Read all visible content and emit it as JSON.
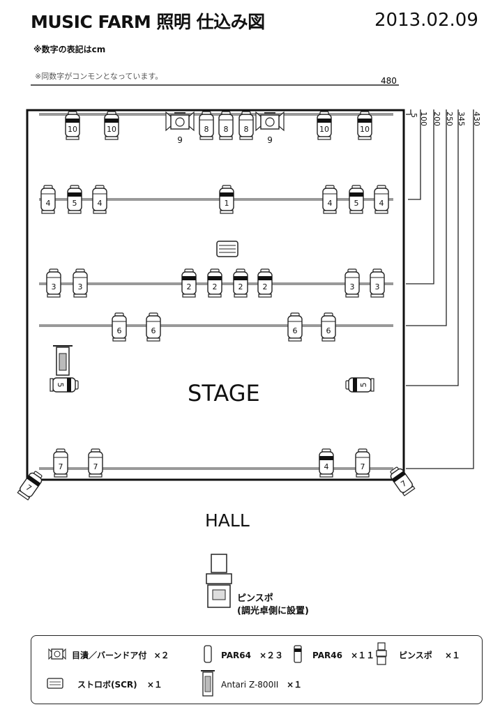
{
  "header": {
    "title": "MUSIC FARM 照明 仕込み図",
    "date": "2013.02.09",
    "unit_note": "※数字の表記はcm",
    "common_note": "※同数字がコンモンとなっています。"
  },
  "dimensions": {
    "width": "480",
    "offsets": [
      "5",
      "100",
      "200",
      "250",
      "345",
      "430"
    ]
  },
  "stage": {
    "label": "STAGE",
    "hall_label": "HALL",
    "pin_spot_note_line1": "ピンスポ",
    "pin_spot_note_line2": "(調光卓側に設置)"
  },
  "fixtures": {
    "bar1": [
      {
        "type": "par46",
        "num": "10"
      },
      {
        "type": "par46",
        "num": "10"
      },
      {
        "type": "barndoor",
        "num": "9"
      },
      {
        "type": "par64",
        "num": "8"
      },
      {
        "type": "par64",
        "num": "8"
      },
      {
        "type": "par64",
        "num": "8"
      },
      {
        "type": "barndoor",
        "num": "9"
      },
      {
        "type": "par46",
        "num": "10"
      },
      {
        "type": "par46",
        "num": "10"
      }
    ],
    "bar2": [
      {
        "type": "par64",
        "num": "4"
      },
      {
        "type": "par46",
        "num": "5"
      },
      {
        "type": "par64",
        "num": "4"
      },
      {
        "type": "par46",
        "num": "1"
      },
      {
        "type": "par64",
        "num": "4"
      },
      {
        "type": "par46",
        "num": "5"
      },
      {
        "type": "par64",
        "num": "4"
      }
    ],
    "bar3": [
      {
        "type": "par64",
        "num": "3"
      },
      {
        "type": "par64",
        "num": "3"
      },
      {
        "type": "par46",
        "num": "2"
      },
      {
        "type": "par46",
        "num": "2"
      },
      {
        "type": "par46",
        "num": "2"
      },
      {
        "type": "par46",
        "num": "2"
      },
      {
        "type": "par64",
        "num": "3"
      },
      {
        "type": "par64",
        "num": "3"
      }
    ],
    "bar4": [
      {
        "type": "par64",
        "num": "6"
      },
      {
        "type": "par64",
        "num": "6"
      },
      {
        "type": "par64",
        "num": "6"
      },
      {
        "type": "par64",
        "num": "6"
      }
    ],
    "side": [
      {
        "type": "par46",
        "num": "5"
      },
      {
        "type": "par46",
        "num": "5"
      }
    ],
    "front": [
      {
        "type": "par64",
        "num": "7"
      },
      {
        "type": "par64",
        "num": "7"
      },
      {
        "type": "par46",
        "num": "4"
      },
      {
        "type": "par64",
        "num": "7"
      }
    ],
    "corners": [
      {
        "type": "par46",
        "num": "7"
      },
      {
        "type": "par46",
        "num": "7"
      }
    ]
  },
  "legend": {
    "items": [
      {
        "label": "目潰／バーンドア付",
        "count": "×２"
      },
      {
        "label": "PAR64",
        "count": "×２３"
      },
      {
        "label": "PAR46",
        "count": "×１１"
      },
      {
        "label": "ピンスポ",
        "count": "×１"
      },
      {
        "label": "ストロボ(SCR)",
        "count": "×１"
      },
      {
        "label": "Antari Z-800II",
        "count": "×１"
      }
    ]
  }
}
